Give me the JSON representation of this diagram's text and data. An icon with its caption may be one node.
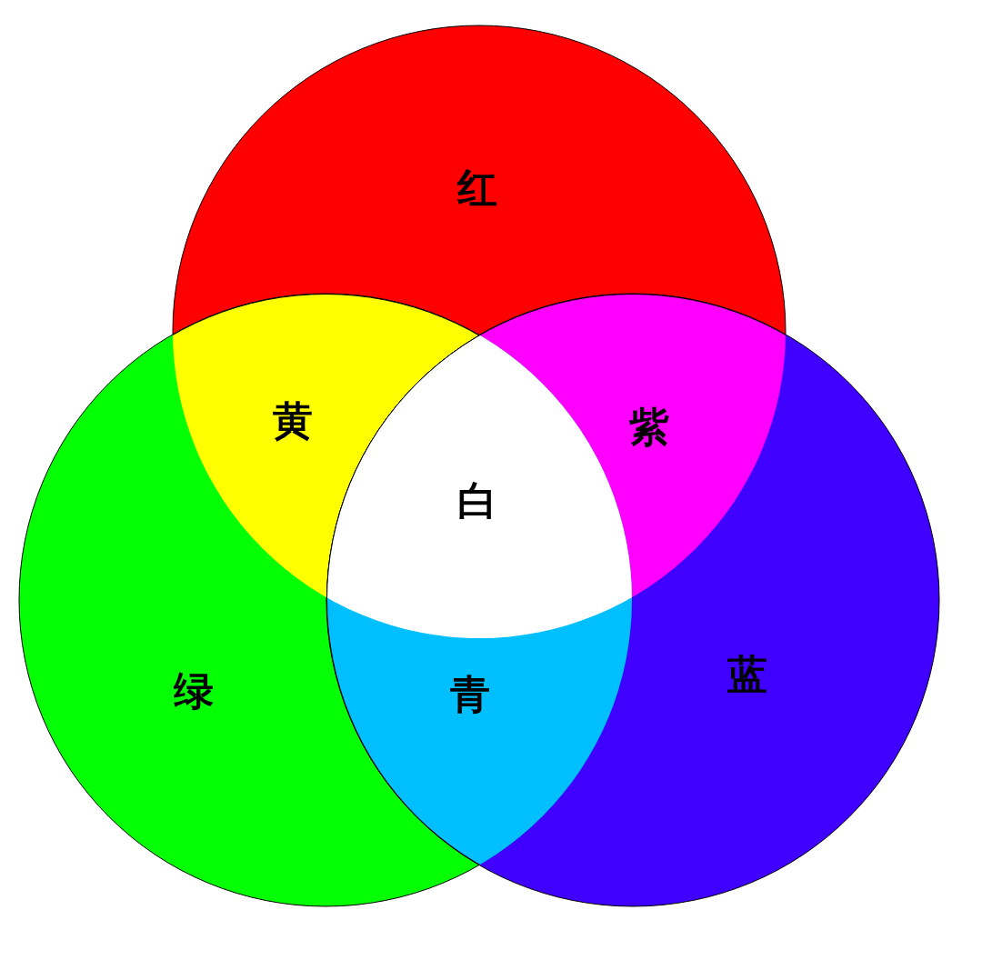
{
  "diagram": {
    "nodes": [
      {
        "text": [
          "红"
        ]
      },
      {
        "text": [
          "绿"
        ]
      },
      {
        "text": [
          "蓝"
        ]
      }
    ],
    "labels": [
      "黄",
      "紫",
      "白",
      "青"
    ]
  }
}
